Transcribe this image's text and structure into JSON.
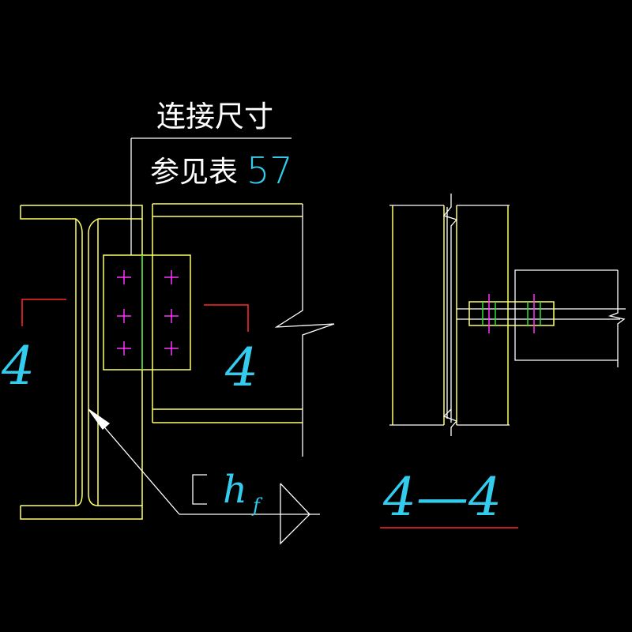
{
  "note": {
    "line1": "连接尺寸",
    "line2_prefix": "参见表",
    "line2_number": "57"
  },
  "section_markers": {
    "left": "4",
    "right": "4"
  },
  "weld_symbol": {
    "h": "h",
    "subscript": "f"
  },
  "section_title": "4—4",
  "colors": {
    "background": "#000000",
    "white": "#ffffff",
    "yellow": "#ffff66",
    "cyan": "#33ccee",
    "magenta": "#ff33ff",
    "green": "#33dd33",
    "red": "#dd2222"
  }
}
